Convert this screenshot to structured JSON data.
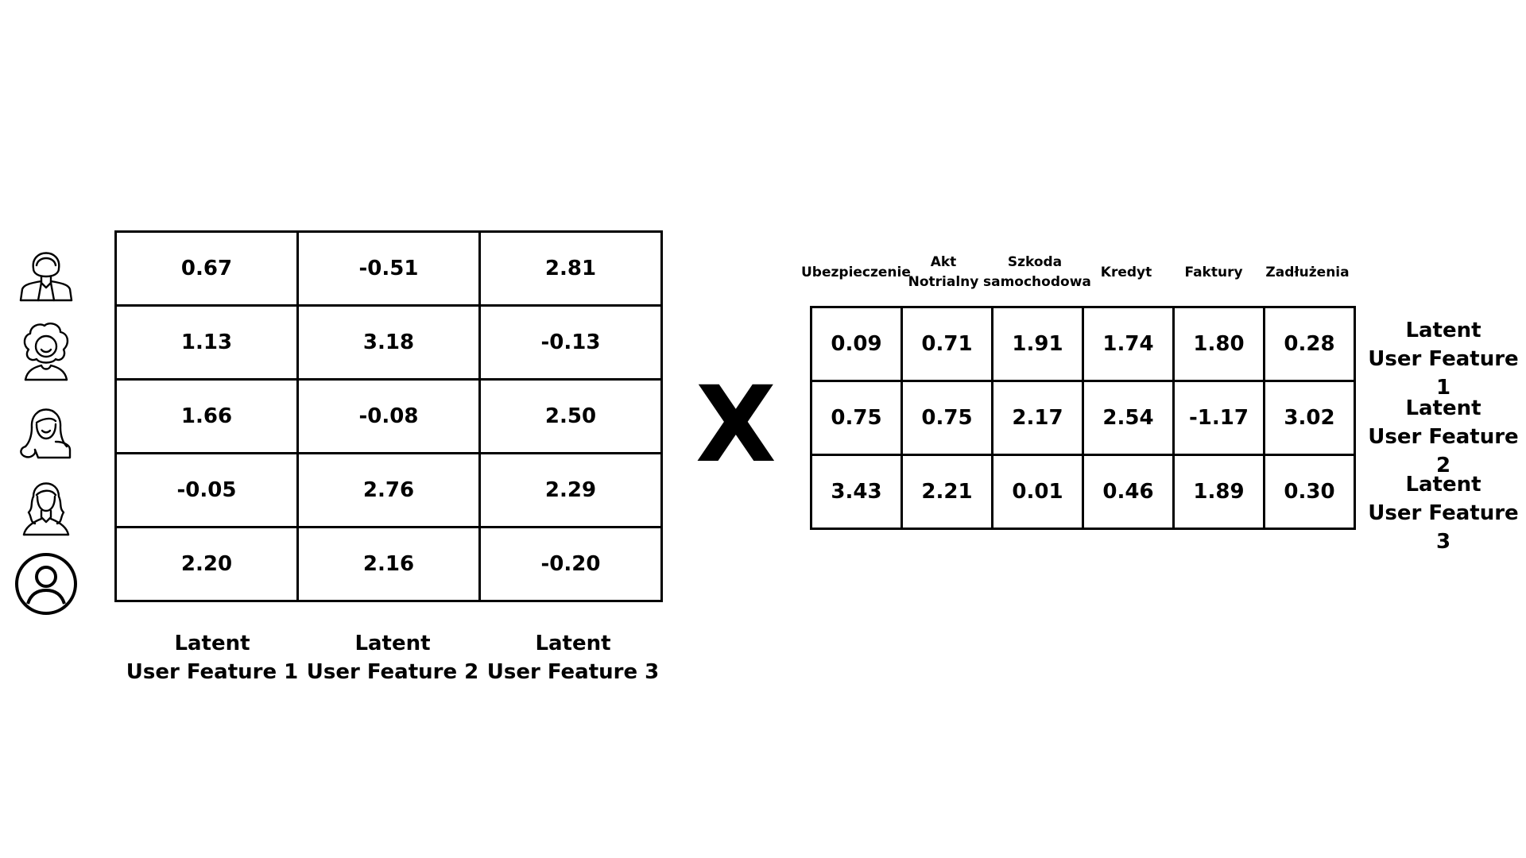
{
  "user_avatars": [
    "woman-business-icon",
    "woman-curly-hair-icon",
    "woman-long-hair-icon",
    "woman-wavy-hair-icon",
    "user-circle-icon"
  ],
  "user_matrix": {
    "rows": [
      [
        "0.67",
        "-0.51",
        "2.81"
      ],
      [
        "1.13",
        "3.18",
        "-0.13"
      ],
      [
        "1.66",
        "-0.08",
        "2.50"
      ],
      [
        "-0.05",
        "2.76",
        "2.29"
      ],
      [
        "2.20",
        "2.16",
        "-0.20"
      ]
    ],
    "column_labels": [
      [
        "Latent",
        "User Feature 1"
      ],
      [
        "Latent",
        "User Feature 2"
      ],
      [
        "Latent",
        "User Feature 3"
      ]
    ]
  },
  "operator": "X",
  "item_matrix": {
    "column_headers": [
      [
        "Ubezpieczenie"
      ],
      [
        "Akt",
        "Notrialny"
      ],
      [
        "Szkoda",
        "samochodowa"
      ],
      [
        "Kredyt"
      ],
      [
        "Faktury"
      ],
      [
        "Zadłużenia"
      ]
    ],
    "rows": [
      [
        "0.09",
        "0.71",
        "1.91",
        "1.74",
        "1.80",
        "0.28"
      ],
      [
        "0.75",
        "0.75",
        "2.17",
        "2.54",
        "-1.17",
        "3.02"
      ],
      [
        "3.43",
        "2.21",
        "0.01",
        "0.46",
        "1.89",
        "0.30"
      ]
    ],
    "row_labels": [
      [
        "Latent",
        "User Feature 1"
      ],
      [
        "Latent",
        "User Feature 2"
      ],
      [
        "Latent",
        "User Feature 3"
      ]
    ]
  }
}
